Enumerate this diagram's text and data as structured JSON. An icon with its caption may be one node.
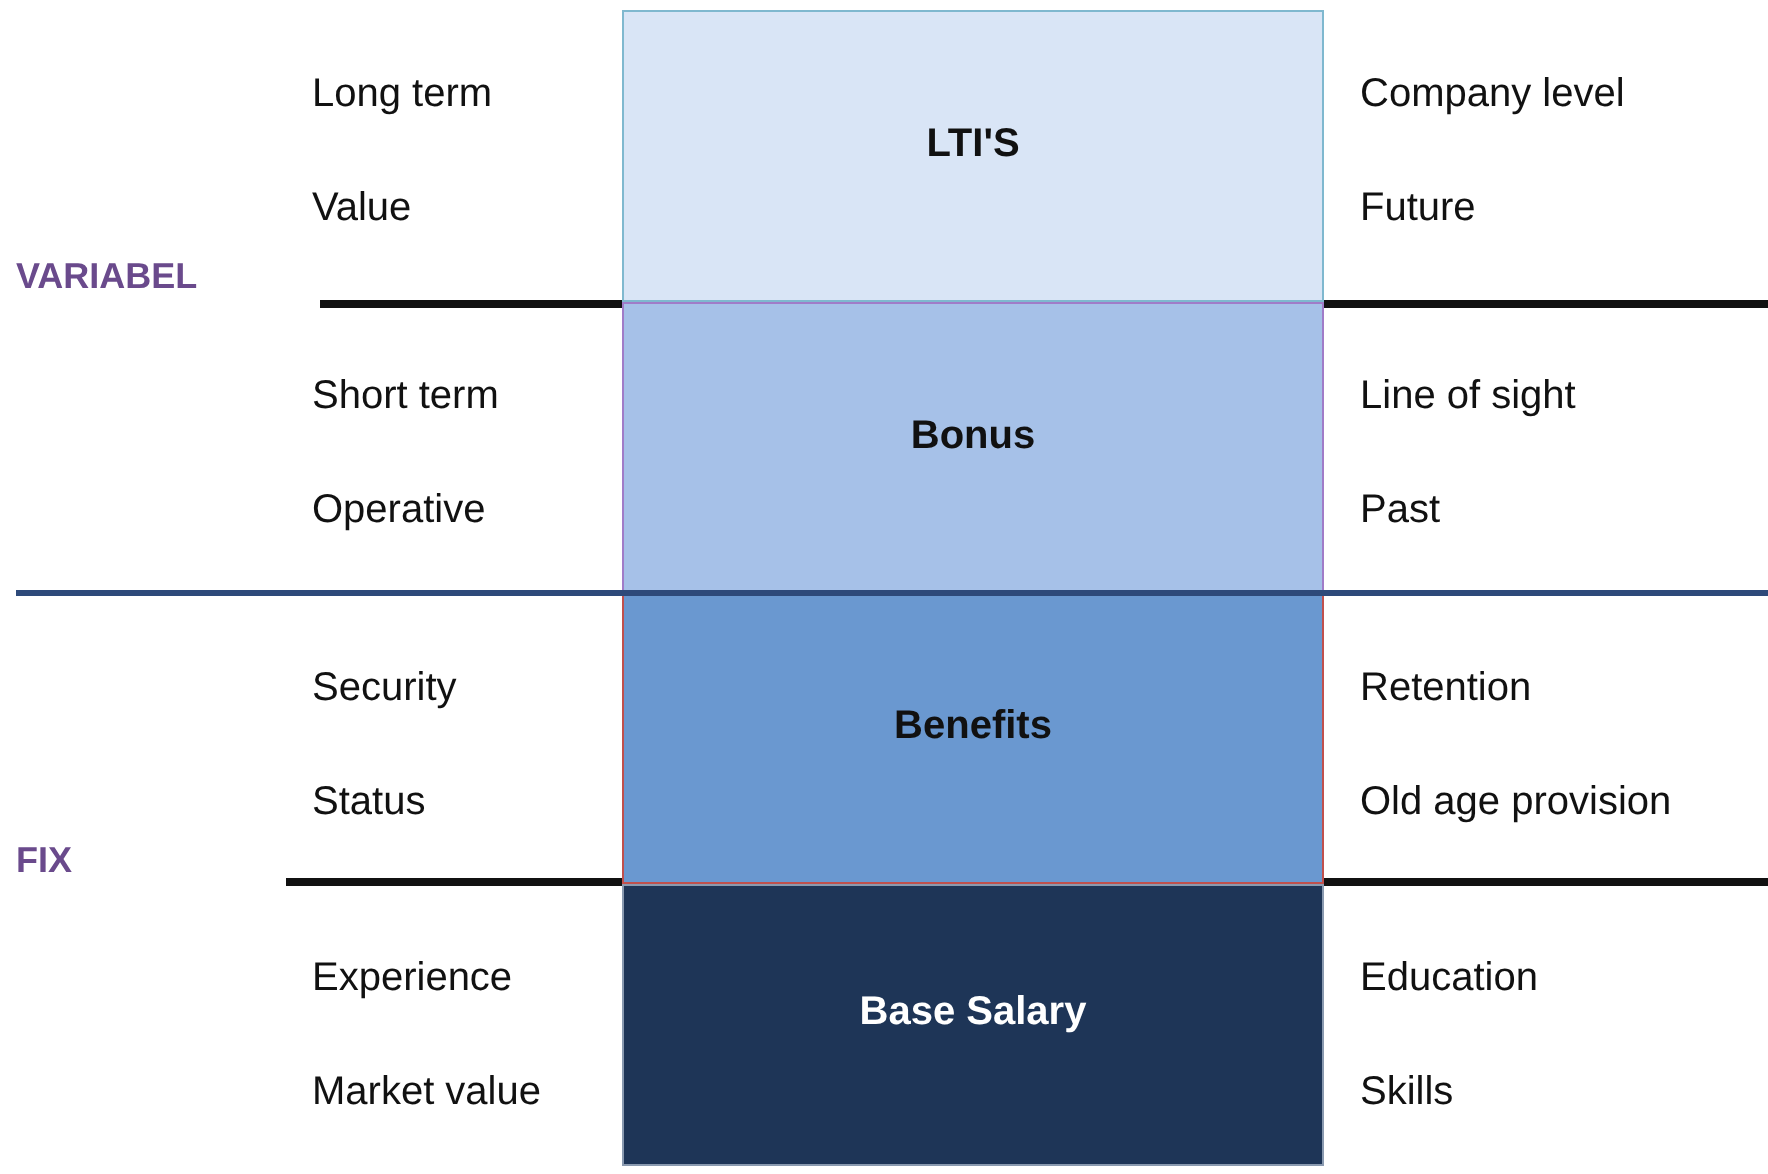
{
  "diagram": {
    "nodes": [
      {
        "text": [
          "LTI'S"
        ],
        "beside": [
          "Long term",
          "Value",
          "Company level",
          "Future"
        ]
      },
      {
        "text": [
          "Bonus"
        ],
        "beside": [
          "Short term",
          "Operative",
          "Line of sight",
          "Past"
        ]
      },
      {
        "text": [
          "Benefits"
        ],
        "beside": [
          "Security",
          "Status",
          "Retention",
          "Old age provision"
        ]
      },
      {
        "text": [
          "Base Salary"
        ],
        "beside": [
          "Experience",
          "Market value",
          "Education",
          "Skills"
        ]
      }
    ],
    "labels": [
      "VARIABEL",
      "FIX"
    ]
  }
}
